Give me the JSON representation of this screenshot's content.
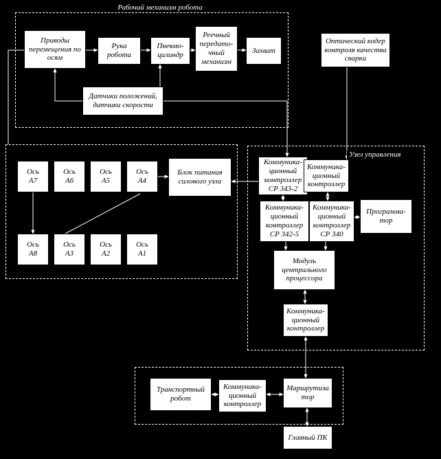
{
  "groups": {
    "robot_mechanism": "Рабочий механизм робота",
    "control_unit": "Узел управления"
  },
  "nodes": {
    "drives": "Приводы\nперемещения по\nосям",
    "robot_arm": "Рука робота",
    "pneumo_cylinder": "Пневмо-\nцилиндр",
    "rack_gear": "Реечный\nпередато-\nчный\nмеханизм",
    "gripper": "Захват",
    "sensors": "Датчики положений,\nдатчики скорости",
    "optical_encoder": "Оптический кодер\nконтроля качества\nсварки",
    "axis_a7": "Ось\nА7",
    "axis_a6": "Ось\nА6",
    "axis_a5": "Ось\nА5",
    "axis_a4": "Ось\nА4",
    "axis_a8": "Ось\nА8",
    "axis_a3": "Ось\nА3",
    "axis_a2": "Ось\nА2",
    "axis_a1": "Ось\nА1",
    "power_unit": "Блок питания\nсилового узла",
    "cc_cp343": "Коммуника-\nционный\nконтроллер\nСР 343-2",
    "cc_top": "Коммуника-\nционный\nконтроллер",
    "cc_cp342": "Коммуника-\nционный\nконтроллер\nСР 342-5",
    "cc_cp340": "Коммуника-\nционный\nконтроллер\nСР 340",
    "programmer": "Программа-\nтор",
    "cpu_module": "Модуль\nцентрального\nпроцессора",
    "cc_mid": "Коммуника-\nционный\nконтроллер",
    "transport_robot": "Транспортный\nробот",
    "cc_transport": "Коммуника-\nционный\nконтроллер",
    "router": "Маршрутиза\nтор",
    "main_pc": "Главный ПК"
  },
  "colors": {
    "background": "#000000",
    "box_fill": "#ffffff",
    "box_text": "#000000",
    "line": "#ffffff"
  }
}
